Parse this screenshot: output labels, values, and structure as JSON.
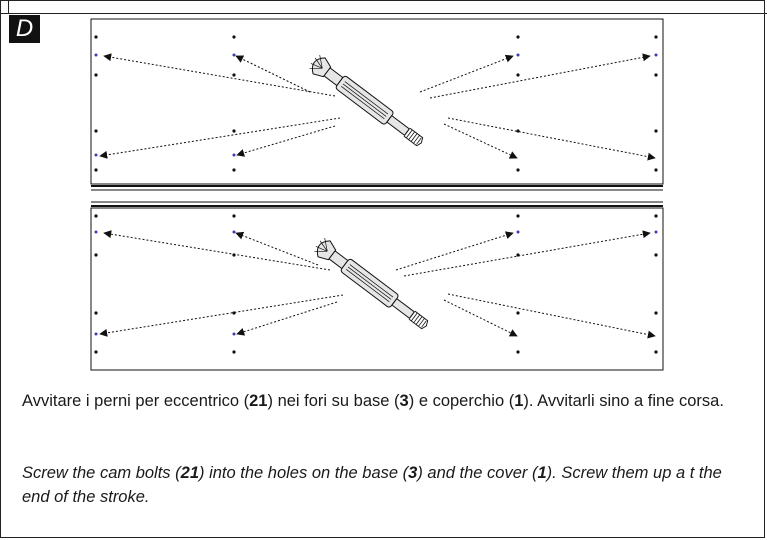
{
  "step": {
    "label": "D"
  },
  "instruction_it": {
    "p1": "Avvitare i perni per eccentrico (",
    "b1": "21",
    "p2": ") nei fori su base (",
    "b2": "3",
    "p3": ") e coperchio (",
    "b3": "1",
    "p4": "). Avvitarli sino a fine corsa."
  },
  "instruction_en": {
    "p1": "Screw the cam bolts (",
    "b1": "21",
    "p2": ") into the holes on the base (",
    "b2": "3",
    "p3": ") and the cover (",
    "b3": "1",
    "p4": "). Screw them up a t the end of the stroke."
  },
  "colors": {
    "line": "#111111",
    "hole_accent": "#3b3bb3",
    "tool_fill": "#e6e6e6"
  },
  "icons": {
    "tool": "screwdriver-icon",
    "arrow": "arrow-icon"
  }
}
